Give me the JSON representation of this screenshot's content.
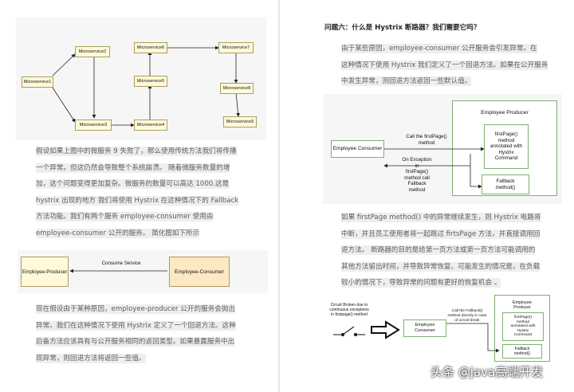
{
  "left_page": {
    "microservices_diagram": {
      "nodes": [
        "Microservice1",
        "Microservice2",
        "Microservice3",
        "Microservice4",
        "Microservice5",
        "Microservice6",
        "Microservice7",
        "Microservice8",
        "Microservice9"
      ]
    },
    "para1_lines": [
      "假设如果上图中的微服务 9 失败了，那么使用传统方法我们将传播",
      "一个异常。但这仍然会导致整个系统崩溃。 随着微服务数量的增",
      "加，这个问题变得更加复杂。微服务的数量可以高达 1000.这是",
      "hystrix 出现的地方 我们将使用 Hystrix 在这种情况下的 Fallback",
      "方法功能。我们有两个服务 employee-consumer 使用由",
      "employee-consumer 公开的服务。 简化图如下所示"
    ],
    "consume_diagram": {
      "producer": "Employee-Producer",
      "consumer": "Employee-Consumer",
      "edge_label": "Consume Service"
    },
    "para2_lines": [
      "现在假设由于某种原因，employee-producer 公开的服务会抛出",
      "异常。我们在这种情况下使用 Hystrix 定义了一个回退方法。这种",
      "后备方法应该具有与公开服务相同的返回类型。如果暴露服务中出",
      "现异常，则回退方法将返回一些值。"
    ]
  },
  "right_page": {
    "heading": "问题六：什么是 Hystrix 断路器？我们需要它吗？",
    "para1_lines": [
      "由于某些原因，employee-consumer 公开服务会引发异常。在",
      "这种情况下使用 Hystrix 我们定义了一个回退方法。如果在公开服务",
      "中发生异常，则回退方法返回一些默认值。"
    ],
    "fallback_diagram": {
      "consumer": "Employee Consumer",
      "producer_title": "Employee Producer",
      "first_page_box": [
        "firstPage()",
        "method",
        "annotated with",
        "Hystrix",
        "Command"
      ],
      "fallback_box": [
        "Fallback",
        "method()"
      ],
      "call_label": [
        "Call the firstPage()",
        "method"
      ],
      "exception_label": [
        "On Exception",
        "in",
        "firstPage()",
        "method call",
        "Fallback",
        "method"
      ]
    },
    "para2_lines": [
      "如果 firstPage method() 中的异常继续发生，则 Hystrix 电路将",
      "中断，并且员工使用者将一起跳过 firtsPage 方法，并直接调用回",
      "退方法。 断路器的目的是给第一页方法或第一页方法可能调用的",
      "其他方法留出时间，并导致异常恢复。可能发生的情况是，在负载",
      "较小的情况下，导致异常的问题有更好的恢复机会 。"
    ],
    "circuit_diagram": {
      "circuit_label": [
        "Circuit Broken due to",
        "continuous exceptions",
        "in firstpage() method"
      ],
      "consumer": "Employee Consumer",
      "call_label": [
        "Call the Fallback()",
        "method directly in case",
        "of circuit break"
      ],
      "producer_title": [
        "Employee",
        "Producer"
      ],
      "first_page_box": [
        "firstPage()",
        "method",
        "annotated with",
        "Hystrix",
        "Command"
      ],
      "fallback_box": [
        "Fallback",
        "method()"
      ]
    },
    "watermark": "头条 @java高端开发"
  },
  "colors": {
    "microservice_fill": "#fff9d9",
    "producer_fill": "#fde8c4",
    "diagram_green": "#7fb06e",
    "text_gray": "#5d5d5d",
    "highlight": "#eeeeee"
  }
}
